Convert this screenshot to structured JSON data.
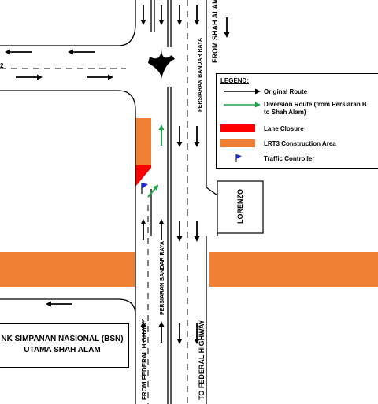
{
  "roads": {
    "from_shah_alam": "FROM SHAH ALAM",
    "persiaran_bandar_raya_upper": "PERSIARAN BANDAR RAYA",
    "persiaran_bandar_raya_lower": "PERSIARAN BANDAR RAYA",
    "from_federal_highway": "FROM FEDERAL HIGHWAY",
    "to_federal_highway": "TO FEDERAL HIGHWAY",
    "left_edge_fragment": "2"
  },
  "buildings": {
    "lorenzo": "LORENZO",
    "bsn_line1": "NK SIMPANAN NASIONAL (BSN)",
    "bsn_line2": "UTAMA SHAH ALAM"
  },
  "legend": {
    "title": "LEGEND:",
    "items": [
      {
        "label": "Original Route",
        "symbol": "black-arrow",
        "color": "#000000"
      },
      {
        "label": "Diversion Route (from Persiaran B",
        "label_line2": "to Shah Alam)",
        "symbol": "green-arrow",
        "color": "#1fa34a"
      },
      {
        "label": "Lane Closure",
        "symbol": "red-block",
        "color": "#ff0000"
      },
      {
        "label": "LRT3 Construction Area",
        "symbol": "orange-block",
        "color": "#ee8133"
      },
      {
        "label": "Traffic Controller",
        "symbol": "blue-flag",
        "color": "#1f2fd1"
      }
    ]
  },
  "colors": {
    "lane_closure": "#ff0000",
    "construction_area": "#ee8133",
    "diversion": "#1fa34a",
    "traffic_controller": "#1f2fd1",
    "road_line": "#000000"
  }
}
